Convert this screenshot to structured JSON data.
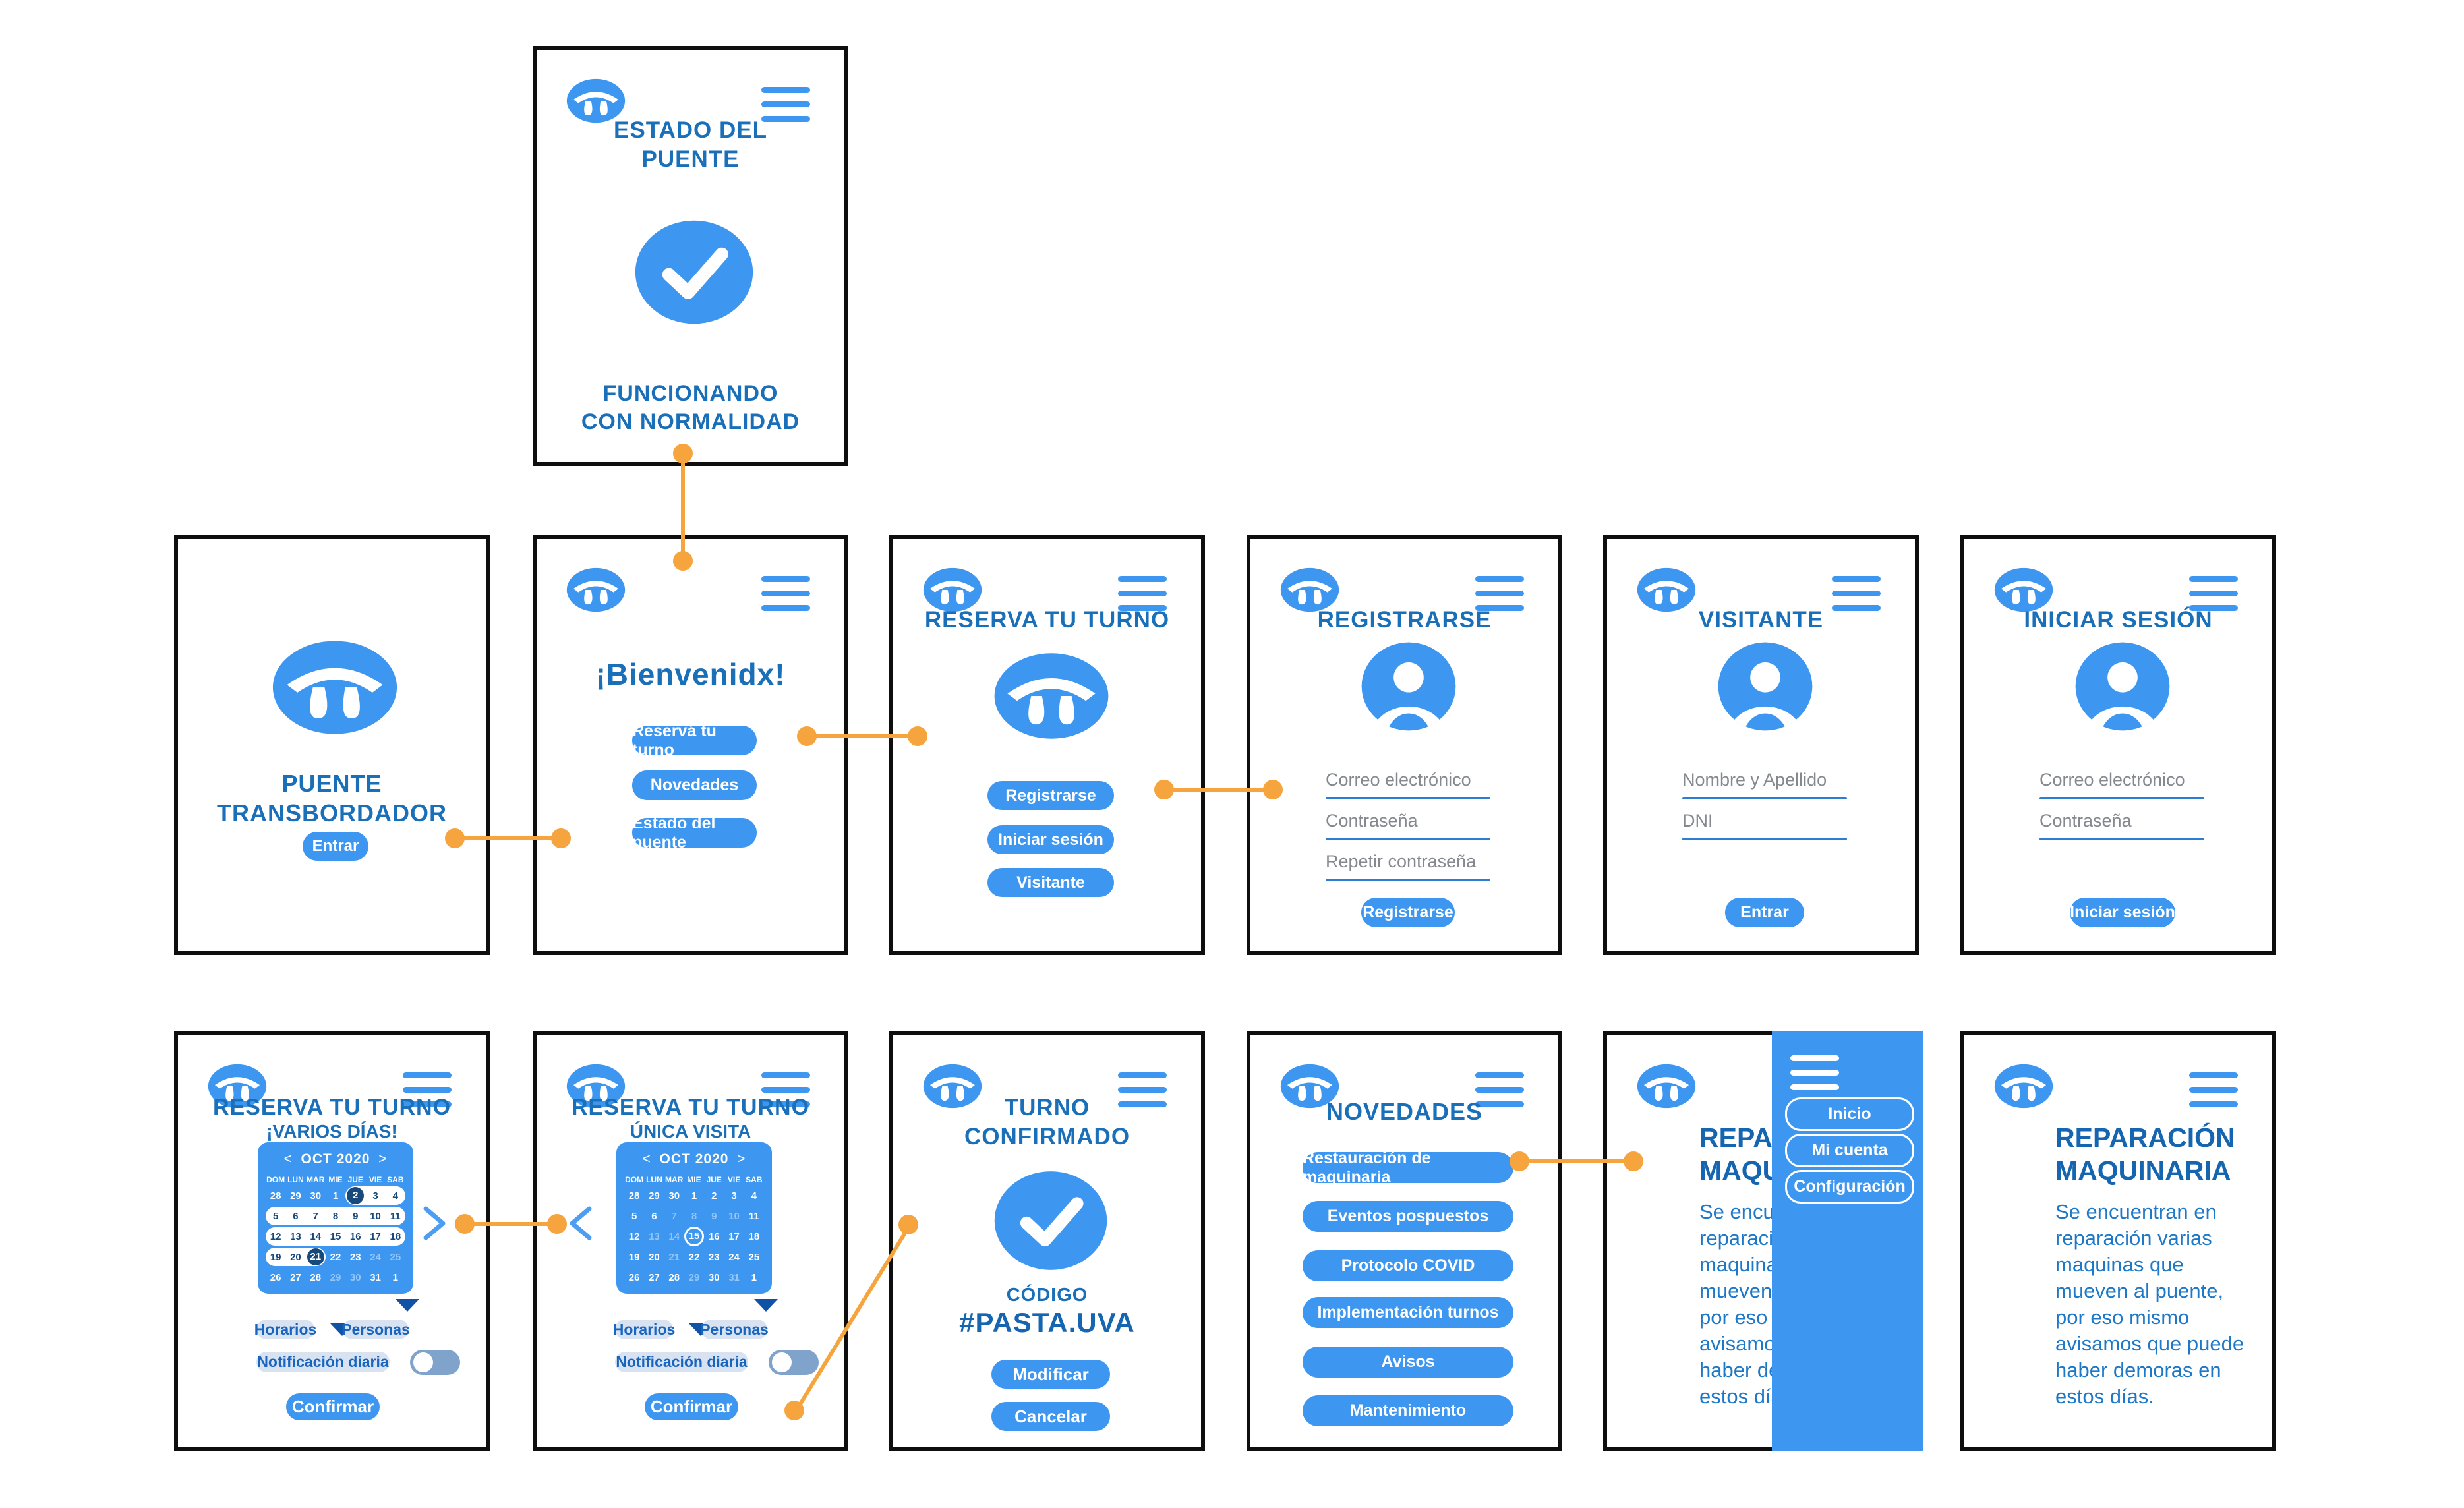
{
  "palette": {
    "blue": "#3d96f0",
    "title_blue": "#1a6fb9",
    "bold_blue": "#1565b0",
    "paragraph_blue": "#1e78c8",
    "navy": "#17497c",
    "orange": "#f5a43e",
    "pill_bg": "#d9e2f1",
    "pill_text": "#1765be",
    "toggle_track": "#7fa3cb",
    "underline": "#2d7dd2",
    "label_gray": "#85898f",
    "border": "#0e0e0e"
  },
  "screens": {
    "estado": {
      "title_lines": [
        "ESTADO DEL",
        "PUENTE"
      ],
      "status_lines": [
        "FUNCIONANDO",
        "CON NORMALIDAD"
      ]
    },
    "home": {
      "title_lines": [
        "PUENTE",
        "TRANSBORDADOR"
      ],
      "button": "Entrar"
    },
    "welcome": {
      "title": "¡Bienvenidx!",
      "buttons": [
        "Reservá tu turno",
        "Novedades",
        "Estado del puente"
      ]
    },
    "reserva": {
      "title": "RESERVA TU TURNO",
      "buttons": [
        "Registrarse",
        "Iniciar sesión",
        "Visitante"
      ]
    },
    "registrarse": {
      "title": "REGISTRARSE",
      "fields": [
        "Correo electrónico",
        "Contraseña",
        "Repetir contraseña"
      ],
      "button": "Registrarse"
    },
    "visitante": {
      "title": "VISITANTE",
      "fields": [
        "Nombre y Apellido",
        "DNI"
      ],
      "button": "Entrar"
    },
    "iniciar": {
      "title": "INICIAR SESIÓN",
      "fields": [
        "Correo electrónico",
        "Contraseña"
      ],
      "button": "Iniciar sesión"
    },
    "varios": {
      "title": "RESERVA TU TURNO",
      "subtitle": "¡VARIOS DÍAS!",
      "horarios": "Horarios",
      "personas": "Personas",
      "notificacion": "Notificación diaria",
      "confirm": "Confirmar"
    },
    "unica": {
      "title": "RESERVA TU TURNO",
      "subtitle": "ÚNICA VISITA",
      "horarios": "Horarios",
      "personas": "Personas",
      "notificacion": "Notificación diaria",
      "confirm": "Confirmar"
    },
    "confirmado": {
      "title_lines": [
        "TURNO",
        "CONFIRMADO"
      ],
      "code_label": "CÓDIGO",
      "code": "#PASTA.UVA",
      "buttons": [
        "Modificar",
        "Cancelar"
      ]
    },
    "novedades": {
      "title": "NOVEDADES",
      "buttons": [
        "Restauración de maquinaria",
        "Eventos pospuestos",
        "Protocolo COVID",
        "Implementación turnos",
        "Avisos",
        "Mantenimiento"
      ]
    },
    "menu": {
      "items": [
        "Inicio",
        "Mi cuenta",
        "Configuración"
      ]
    },
    "reparacion": {
      "title_lines": [
        "REPARACIÓN",
        "MAQUINARIA"
      ],
      "paragraph_lines": [
        "Se encuentran en",
        "reparación varias",
        "maquinas que",
        "mueven al puente,",
        "por eso mismo",
        "avisamos que puede",
        "haber demoras en",
        "estos días."
      ]
    }
  },
  "calendars": {
    "varios": {
      "nav_prev": "<",
      "month": "OCT 2020",
      "nav_next": ">",
      "day_names": [
        "DOM",
        "LUN",
        "MAR",
        "MIE",
        "JUE",
        "VIE",
        "SAB"
      ],
      "weeks": [
        {
          "pill": [
            4,
            6
          ],
          "days": [
            {
              "n": "28"
            },
            {
              "n": "29"
            },
            {
              "n": "30"
            },
            {
              "n": "1"
            },
            {
              "n": "2",
              "mark": "disc"
            },
            {
              "n": "3"
            },
            {
              "n": "4"
            }
          ]
        },
        {
          "pill": [
            0,
            6
          ],
          "days": [
            {
              "n": "5"
            },
            {
              "n": "6"
            },
            {
              "n": "7"
            },
            {
              "n": "8"
            },
            {
              "n": "9"
            },
            {
              "n": "10"
            },
            {
              "n": "11"
            }
          ]
        },
        {
          "pill": [
            0,
            6
          ],
          "days": [
            {
              "n": "12"
            },
            {
              "n": "13"
            },
            {
              "n": "14"
            },
            {
              "n": "15"
            },
            {
              "n": "16"
            },
            {
              "n": "17"
            },
            {
              "n": "18"
            }
          ]
        },
        {
          "pill": [
            0,
            2
          ],
          "days": [
            {
              "n": "19"
            },
            {
              "n": "20"
            },
            {
              "n": "21",
              "mark": "disc"
            },
            {
              "n": "22"
            },
            {
              "n": "23"
            },
            {
              "n": "24",
              "mark": "dim"
            },
            {
              "n": "25",
              "mark": "dim"
            }
          ]
        },
        {
          "pill": null,
          "days": [
            {
              "n": "26"
            },
            {
              "n": "27"
            },
            {
              "n": "28"
            },
            {
              "n": "29",
              "mark": "dim"
            },
            {
              "n": "30",
              "mark": "dim"
            },
            {
              "n": "31"
            },
            {
              "n": "1"
            }
          ]
        }
      ]
    },
    "unica": {
      "nav_prev": "<",
      "month": "OCT 2020",
      "nav_next": ">",
      "day_names": [
        "DOM",
        "LUN",
        "MAR",
        "MIE",
        "JUE",
        "VIE",
        "SAB"
      ],
      "weeks": [
        {
          "pill": null,
          "days": [
            {
              "n": "28"
            },
            {
              "n": "29"
            },
            {
              "n": "30"
            },
            {
              "n": "1"
            },
            {
              "n": "2"
            },
            {
              "n": "3"
            },
            {
              "n": "4"
            }
          ]
        },
        {
          "pill": null,
          "days": [
            {
              "n": "5"
            },
            {
              "n": "6"
            },
            {
              "n": "7",
              "mark": "dim"
            },
            {
              "n": "8",
              "mark": "dim"
            },
            {
              "n": "9",
              "mark": "dim"
            },
            {
              "n": "10",
              "mark": "dim"
            },
            {
              "n": "11"
            }
          ]
        },
        {
          "pill": null,
          "days": [
            {
              "n": "12"
            },
            {
              "n": "13",
              "mark": "dim"
            },
            {
              "n": "14",
              "mark": "dim"
            },
            {
              "n": "15",
              "mark": "ring"
            },
            {
              "n": "16"
            },
            {
              "n": "17"
            },
            {
              "n": "18"
            }
          ]
        },
        {
          "pill": null,
          "days": [
            {
              "n": "19"
            },
            {
              "n": "20"
            },
            {
              "n": "21",
              "mark": "dim"
            },
            {
              "n": "22"
            },
            {
              "n": "23"
            },
            {
              "n": "24"
            },
            {
              "n": "25"
            }
          ]
        },
        {
          "pill": null,
          "days": [
            {
              "n": "26"
            },
            {
              "n": "27"
            },
            {
              "n": "28"
            },
            {
              "n": "29",
              "mark": "dim"
            },
            {
              "n": "30"
            },
            {
              "n": "31",
              "mark": "dim"
            },
            {
              "n": "1"
            }
          ]
        }
      ]
    }
  }
}
